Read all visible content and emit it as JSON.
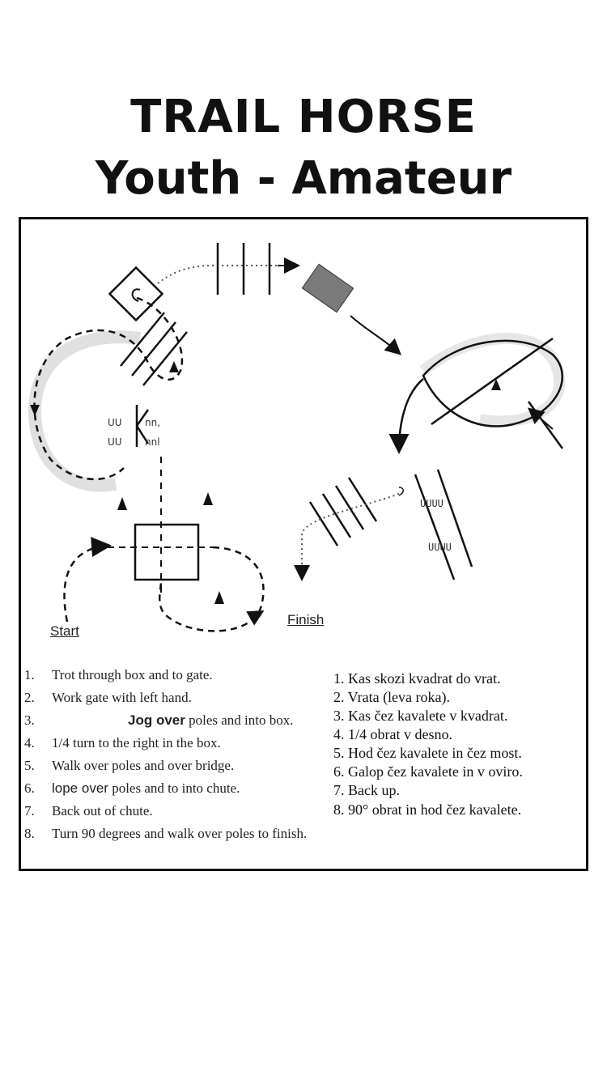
{
  "title": {
    "line1": "TRAIL HORSE",
    "line2": "Youth - Amateur"
  },
  "labels": {
    "start": "Start",
    "finish": "Finish"
  },
  "instructions_en": [
    {
      "num": "1.",
      "text": "Trot through box and to gate."
    },
    {
      "num": "2.",
      "text": "Work gate with left hand."
    },
    {
      "num": "3.",
      "text_a": "Jog over",
      "text_b": " poles and into box."
    },
    {
      "num": "4.",
      "text": "1/4 turn to the right in the box."
    },
    {
      "num": "5.",
      "text": "Walk over poles and over bridge."
    },
    {
      "num": "6.",
      "text_a": "lope over",
      "text_b": " poles and to into chute."
    },
    {
      "num": "7.",
      "text": "Back out of chute."
    },
    {
      "num": "8.",
      "text": "Turn 90 degrees and walk over poles to finish."
    }
  ],
  "instructions_sl": [
    "1. Kas skozi kvadrat do vrat.",
    "2. Vrata (leva roka).",
    "3. Kas čez kavalete v kvadrat.",
    "4. 1/4 obrat v desno.",
    "5. Hod čez kavalete in čez most.",
    "6. Galop čez kavalete in v oviro.",
    "7. Back up.",
    "8. 90° obrat in hod čez kavalete."
  ]
}
